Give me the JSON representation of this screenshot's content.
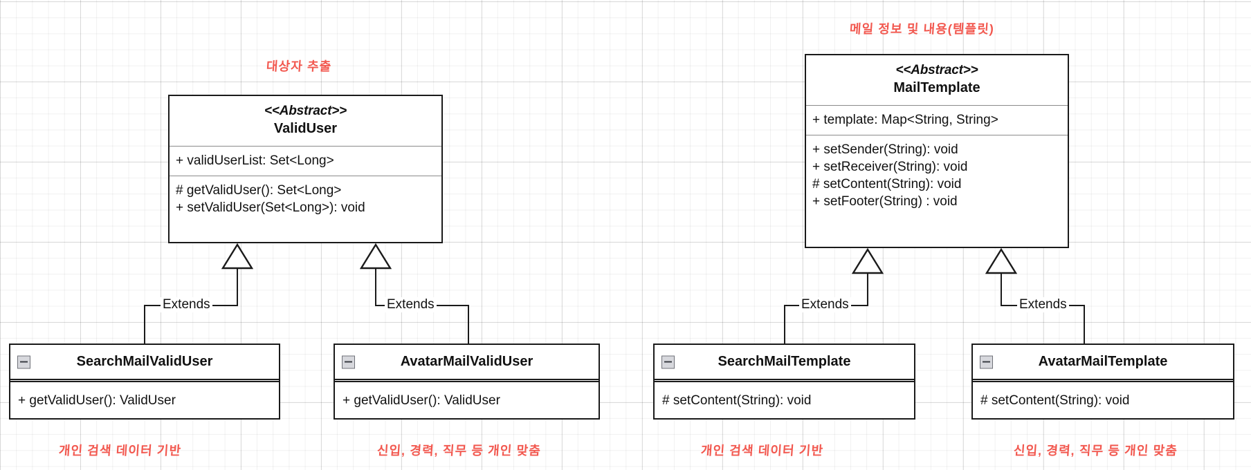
{
  "diagram": {
    "title": "UML Class Diagram",
    "accent_color": "#f2584f",
    "line_color": "#1a1a1a",
    "edge_label": "Extends"
  },
  "annotations": {
    "valid_user": "대상자 추출",
    "mail_template": "메일 정보 및 내용(템플릿)",
    "search_mail_valid_user": "개인 검색 데이터 기반",
    "avatar_mail_valid_user": "신입, 경력, 직무 등 개인 맞춤",
    "search_mail_template": "개인 검색 데이터 기반",
    "avatar_mail_template": "신입, 경력, 직무 등 개인 맞춤"
  },
  "classes": {
    "valid_user": {
      "stereotype": "<<Abstract>>",
      "name": "ValidUser",
      "attributes": [
        "+ validUserList: Set<Long>"
      ],
      "methods": [
        "# getValidUser(): Set<Long>",
        "+ setValidUser(Set<Long>): void"
      ]
    },
    "mail_template": {
      "stereotype": "<<Abstract>>",
      "name": "MailTemplate",
      "attributes": [
        "+ template: Map<String, String>"
      ],
      "methods": [
        "+ setSender(String): void",
        "+ setReceiver(String): void",
        "# setContent(String): void",
        "+ setFooter(String) : void"
      ]
    },
    "search_mail_valid_user": {
      "icon": "collapse-minus-icon",
      "name": "SearchMailValidUser",
      "methods": [
        "+ getValidUser(): ValidUser"
      ]
    },
    "avatar_mail_valid_user": {
      "icon": "collapse-minus-icon",
      "name": "AvatarMailValidUser",
      "methods": [
        "+ getValidUser(): ValidUser"
      ]
    },
    "search_mail_template": {
      "icon": "collapse-minus-icon",
      "name": "SearchMailTemplate",
      "methods": [
        "# setContent(String): void"
      ]
    },
    "avatar_mail_template": {
      "icon": "collapse-minus-icon",
      "name": "AvatarMailTemplate",
      "methods": [
        "# setContent(String): void"
      ]
    }
  },
  "edges": [
    {
      "from": "SearchMailValidUser",
      "to": "ValidUser",
      "label": "Extends",
      "kind": "generalization"
    },
    {
      "from": "AvatarMailValidUser",
      "to": "ValidUser",
      "label": "Extends",
      "kind": "generalization"
    },
    {
      "from": "SearchMailTemplate",
      "to": "MailTemplate",
      "label": "Extends",
      "kind": "generalization"
    },
    {
      "from": "AvatarMailTemplate",
      "to": "MailTemplate",
      "label": "Extends",
      "kind": "generalization"
    }
  ]
}
